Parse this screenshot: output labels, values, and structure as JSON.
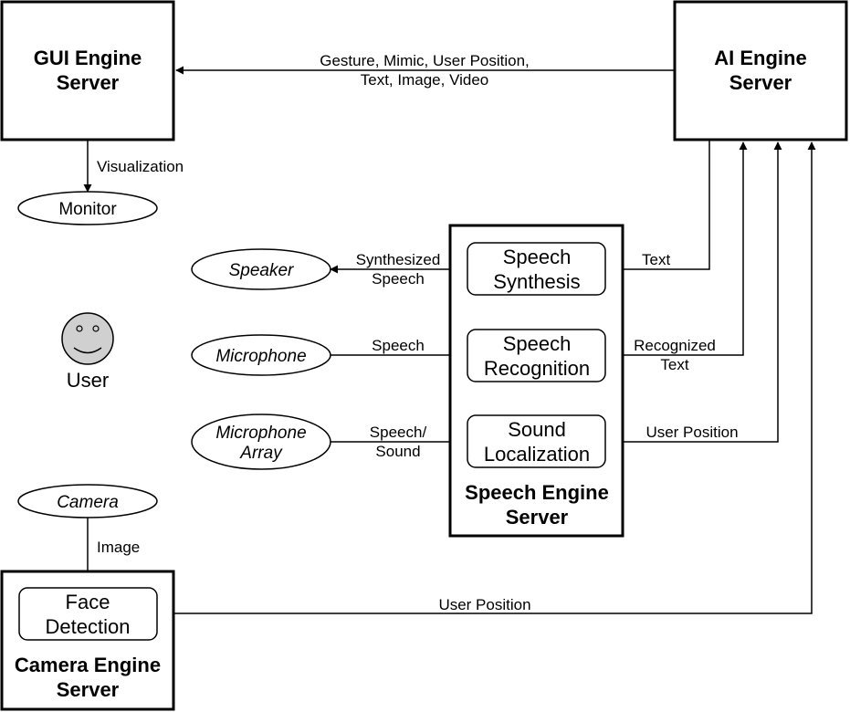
{
  "servers": {
    "gui": {
      "line1": "GUI Engine",
      "line2": "Server"
    },
    "ai": {
      "line1": "AI Engine",
      "line2": "Server"
    },
    "speech": {
      "line1": "Speech Engine",
      "line2": "Server"
    },
    "camera": {
      "line1": "Camera Engine",
      "line2": "Server"
    }
  },
  "modules": {
    "synthesis": {
      "line1": "Speech",
      "line2": "Synthesis"
    },
    "recognition": {
      "line1": "Speech",
      "line2": "Recognition"
    },
    "localization": {
      "line1": "Sound",
      "line2": "Localization"
    },
    "face_detection": {
      "line1": "Face",
      "line2": "Detection"
    }
  },
  "devices": {
    "monitor": "Monitor",
    "speaker": "Speaker",
    "microphone": "Microphone",
    "microphone_array": {
      "line1": "Microphone",
      "line2": "Array"
    },
    "camera": "Camera"
  },
  "user": {
    "label": "User"
  },
  "edges": {
    "ai_to_gui": {
      "line1": "Gesture, Mimic, User Position,",
      "line2": "Text, Image, Video"
    },
    "gui_to_monitor": "Visualization",
    "ai_to_synthesis": "Text",
    "synthesis_to_speaker": {
      "line1": "Synthesized",
      "line2": "Speech"
    },
    "mic_to_recognition": "Speech",
    "recognition_to_ai": {
      "line1": "Recognized",
      "line2": "Text"
    },
    "array_to_localization": {
      "line1": "Speech/",
      "line2": "Sound"
    },
    "localization_to_ai": "User Position",
    "camera_to_face": "Image",
    "face_to_ai": "User Position"
  }
}
